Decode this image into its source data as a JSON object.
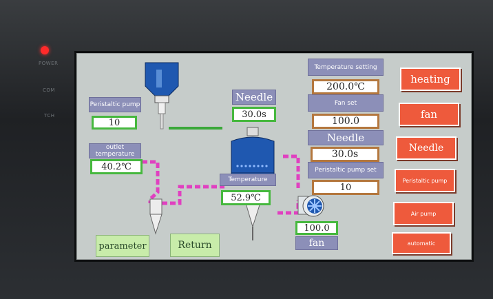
{
  "bezel": {
    "labels": [
      "POWER",
      "COM",
      "TCH"
    ]
  },
  "panel": {
    "needle_label": "Needle",
    "needle_time": "30.0s",
    "peristaltic_pump_label": "Peristaltic pump",
    "peristaltic_pump_value": "10",
    "outlet_temp_label": "outlet temperature",
    "outlet_temp_value": "40.2℃",
    "temperature_label": "Temperature",
    "temperature_value": "52.9℃",
    "fan_value": "100.0",
    "fan_label": "fan"
  },
  "settings": {
    "temp_setting_label": "Temperature setting",
    "temp_setting_value": "200.0℃",
    "fan_set_label": "Fan set",
    "fan_set_value": "100.0",
    "needle_label": "Needle",
    "needle_value": "30.0s",
    "pump_set_label": "Peristaltic pump set",
    "pump_set_value": "10"
  },
  "buttons": {
    "heating": "heating",
    "fan": "fan",
    "needle": "Needle",
    "peristaltic_pump": "Peristaltic pump",
    "air_pump": "Air pump",
    "automatic": "automatic"
  },
  "nav": {
    "parameter": "parameter",
    "return": "Return"
  },
  "colors": {
    "screen_bg": "#c6ccca",
    "label_bg": "#8c8fb8",
    "value_border_green": "#46b83e",
    "value_border_brown": "#b4773e",
    "button_red": "#ee5a3c",
    "nav_green": "#c8ecaa",
    "pipe_pink": "#e040c0",
    "vessel_blue": "#1f58b0"
  }
}
